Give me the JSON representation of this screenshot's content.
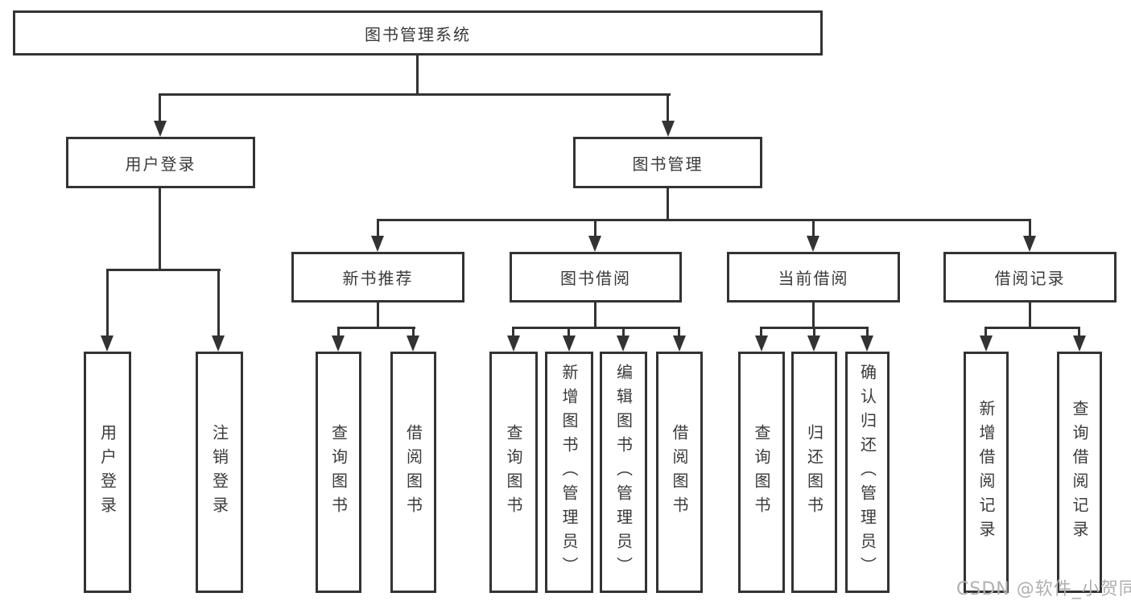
{
  "diagram_title": "图书管理系统",
  "nodes": {
    "root": "图书管理系统",
    "userLogin": {
      "label": "用户登录",
      "children": {
        "login": "用户登录",
        "logout": "注销登录"
      }
    },
    "bookMgmt": {
      "label": "图书管理",
      "children": {
        "newBookRec": {
          "label": "新书推荐",
          "children": {
            "queryBook": "查询图书",
            "borrowBook": "借阅图书"
          }
        },
        "bookBorrow": {
          "label": "图书借阅",
          "children": {
            "queryBook": "查询图书",
            "addBook": "新增图书（管理员）",
            "editBook": "编辑图书（管理员）",
            "borrowBook": "借阅图书"
          }
        },
        "currentBorrow": {
          "label": "当前借阅",
          "children": {
            "queryBook": "查询图书",
            "returnBook": "归还图书",
            "confirmReturn": "确认归还（管理员）"
          }
        },
        "borrowRecords": {
          "label": "借阅记录",
          "children": {
            "addRecord": "新增借阅记录",
            "queryRecord": "查询借阅记录"
          }
        }
      }
    }
  },
  "watermark": "CSDN @软件_小贺同学",
  "colors": {
    "line": "#333333",
    "text": "#3a3a3a",
    "watermark": "#b0b0b0",
    "background": "#ffffff"
  }
}
